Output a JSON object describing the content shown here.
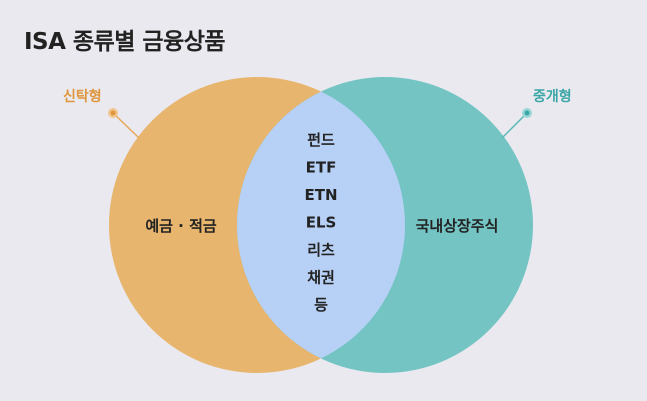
{
  "title": "ISA 종류별 금융상품",
  "sets": {
    "left": {
      "name": "신탁형",
      "content": "예금 · 적금",
      "color": "#e8b56e"
    },
    "right": {
      "name": "중개형",
      "content": "국내상장주식",
      "color": "#74c4c4"
    },
    "overlap": {
      "items": [
        "펀드",
        "ETF",
        "ETN",
        "ELS",
        "리츠",
        "채권",
        "등"
      ],
      "color": "#b7d0f5"
    }
  },
  "label_colors": {
    "left": "#e0963c",
    "right": "#3aa6a6"
  }
}
